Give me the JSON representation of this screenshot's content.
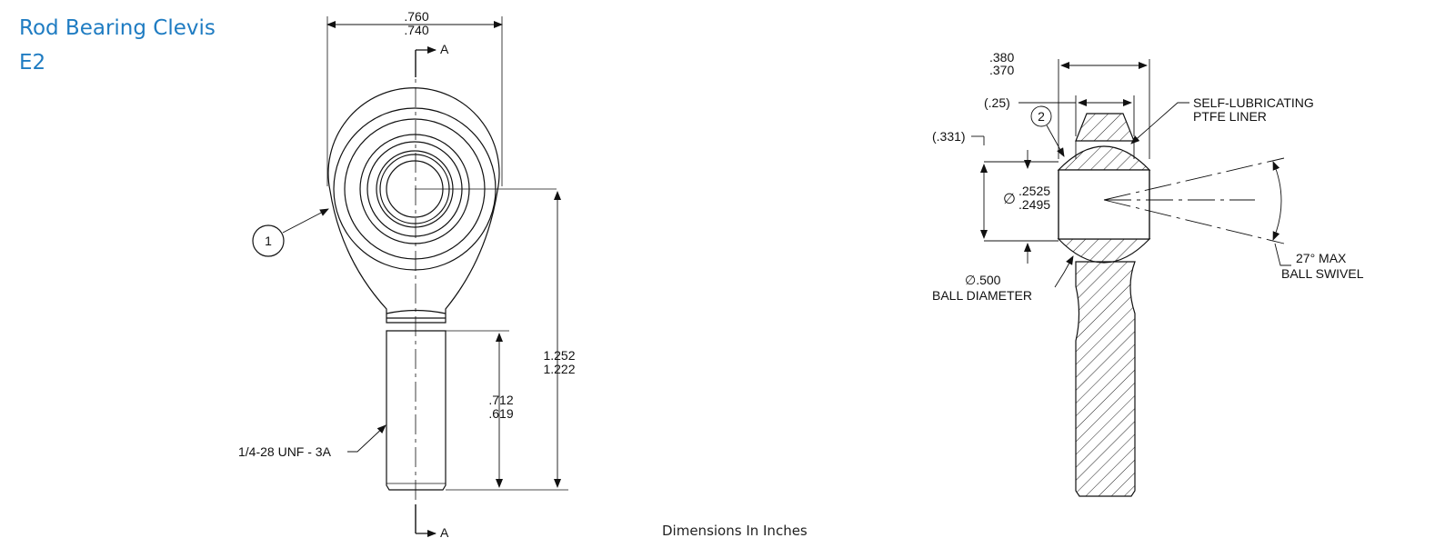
{
  "header": {
    "title": "Rod Bearing Clevis",
    "model": "E2"
  },
  "caption": "Dimensions In Inches",
  "front_view": {
    "width_max": ".760",
    "width_min": ".740",
    "height_max": "1.252",
    "height_min": "1.222",
    "shank_max": ".712",
    "shank_min": ".619",
    "thread": "1/4-28 UNF - 3A",
    "balloon": "1",
    "section_label": "A"
  },
  "side_view": {
    "width_max": ".380",
    "width_min": ".370",
    "ball_width": "(.25)",
    "offset": "(.331)",
    "balloon": "2",
    "bore_symbol": "∅",
    "bore_max": ".2525",
    "bore_min": ".2495",
    "ball_diameter": "∅.500",
    "ball_diameter_label": "BALL DIAMETER",
    "liner_line1": "SELF-LUBRICATING",
    "liner_line2": "PTFE LINER",
    "swivel_line1": "27° MAX",
    "swivel_line2": "BALL SWIVEL"
  },
  "colors": {
    "title": "#1f7cc2",
    "line": "#111111"
  }
}
